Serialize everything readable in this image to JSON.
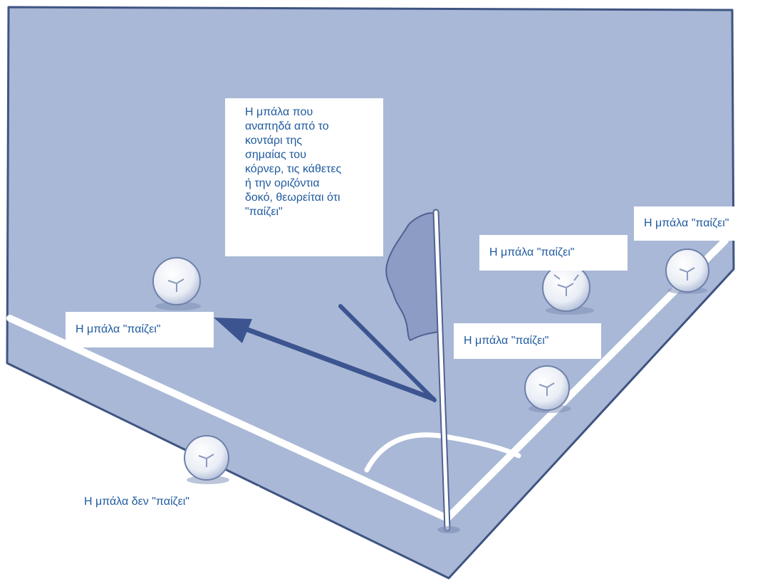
{
  "labels": {
    "deflection_note": "Η μπάλα που\nαναπηδά από το\nκοντάρι της\nσημαίας του\nκόρνερ, τις κάθετες\nή την οριζόντια\nδοκό, θεωρείται ότι\n\"παίζει\"",
    "in_play_far_right": "Η μπάλα \"παίζει\"",
    "in_play_right": "Η μπάλα \"παίζει\"",
    "in_play_near_flag": "Η μπάλα \"παίζει\"",
    "in_play_left": "Η μπάλα \"παίζει\"",
    "out_of_play": "Η μπάλα δεν \"παίζει\""
  },
  "colors": {
    "pitch": "#a9b8d6",
    "pitch_outline": "#3f5482",
    "line_marking": "#ffffff",
    "arrow": "#3c5590",
    "label_text": "#1f5a9e",
    "label_bg": "#ffffff"
  },
  "icons": [
    "corner-flag-icon",
    "soccer-ball-icon",
    "direction-arrow-icon"
  ]
}
